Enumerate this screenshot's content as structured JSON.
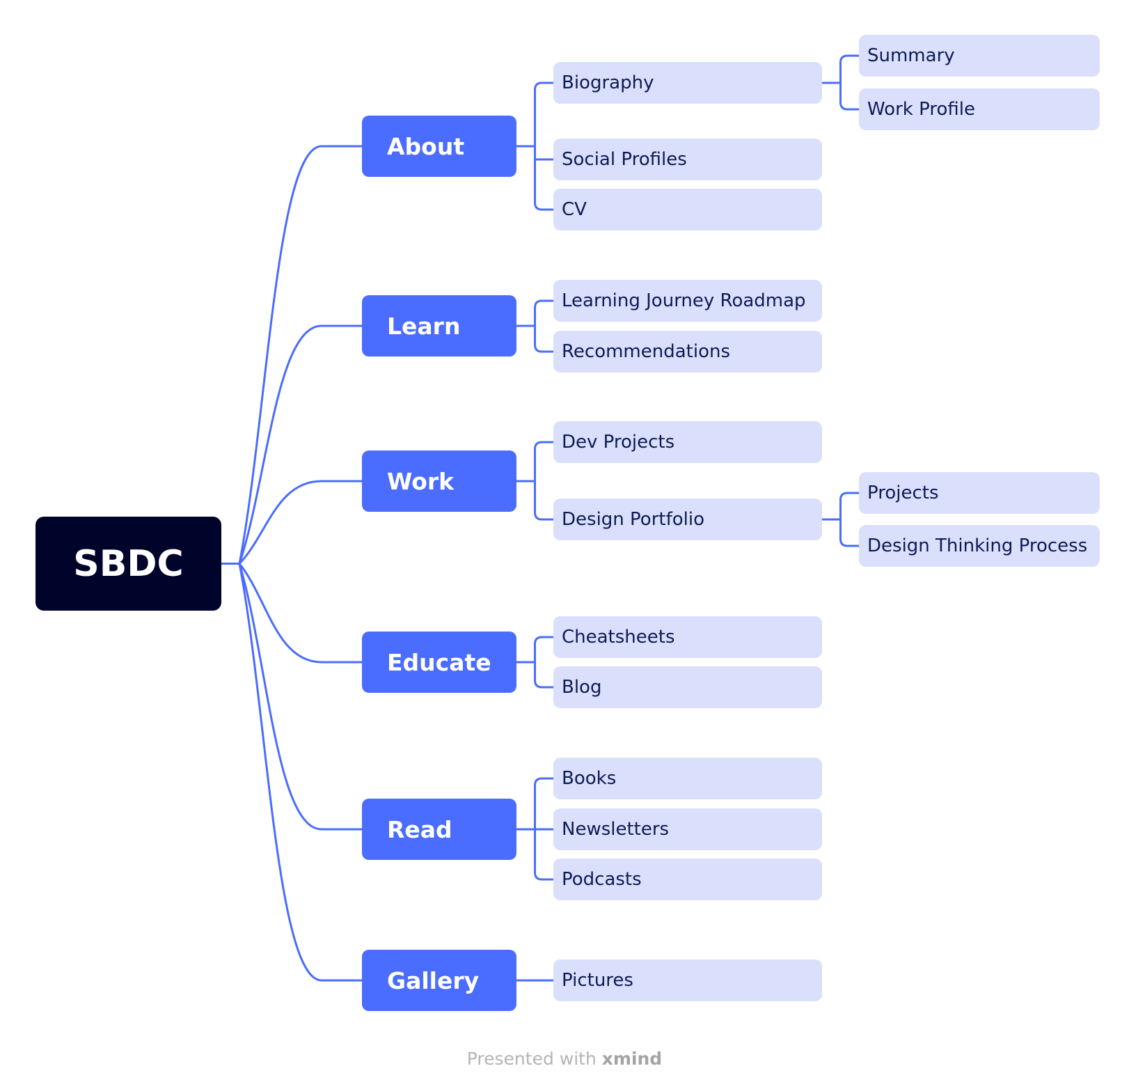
{
  "colors": {
    "root_bg": "#01042a",
    "main_bg": "#4a6cff",
    "sub_bg": "#dae0fb",
    "sub_text": "#0d1a55",
    "line": "#4a6cff"
  },
  "root": {
    "label": "SBDC"
  },
  "branches": [
    {
      "label": "About",
      "children": [
        {
          "label": "Biography",
          "children": [
            {
              "label": "Summary"
            },
            {
              "label": "Work Profile"
            }
          ]
        },
        {
          "label": "Social Profiles"
        },
        {
          "label": "CV"
        }
      ]
    },
    {
      "label": "Learn",
      "children": [
        {
          "label": "Learning Journey Roadmap"
        },
        {
          "label": "Recommendations"
        }
      ]
    },
    {
      "label": "Work",
      "children": [
        {
          "label": "Dev Projects"
        },
        {
          "label": "Design Portfolio",
          "children": [
            {
              "label": "Projects"
            },
            {
              "label": "Design Thinking Process"
            }
          ]
        }
      ]
    },
    {
      "label": "Educate",
      "children": [
        {
          "label": "Cheatsheets"
        },
        {
          "label": "Blog"
        }
      ]
    },
    {
      "label": "Read",
      "children": [
        {
          "label": "Books"
        },
        {
          "label": "Newsletters"
        },
        {
          "label": "Podcasts"
        }
      ]
    },
    {
      "label": "Gallery",
      "children": [
        {
          "label": "Pictures"
        }
      ]
    }
  ],
  "footer": {
    "prefix": "Presented with",
    "brand": "xmind"
  }
}
